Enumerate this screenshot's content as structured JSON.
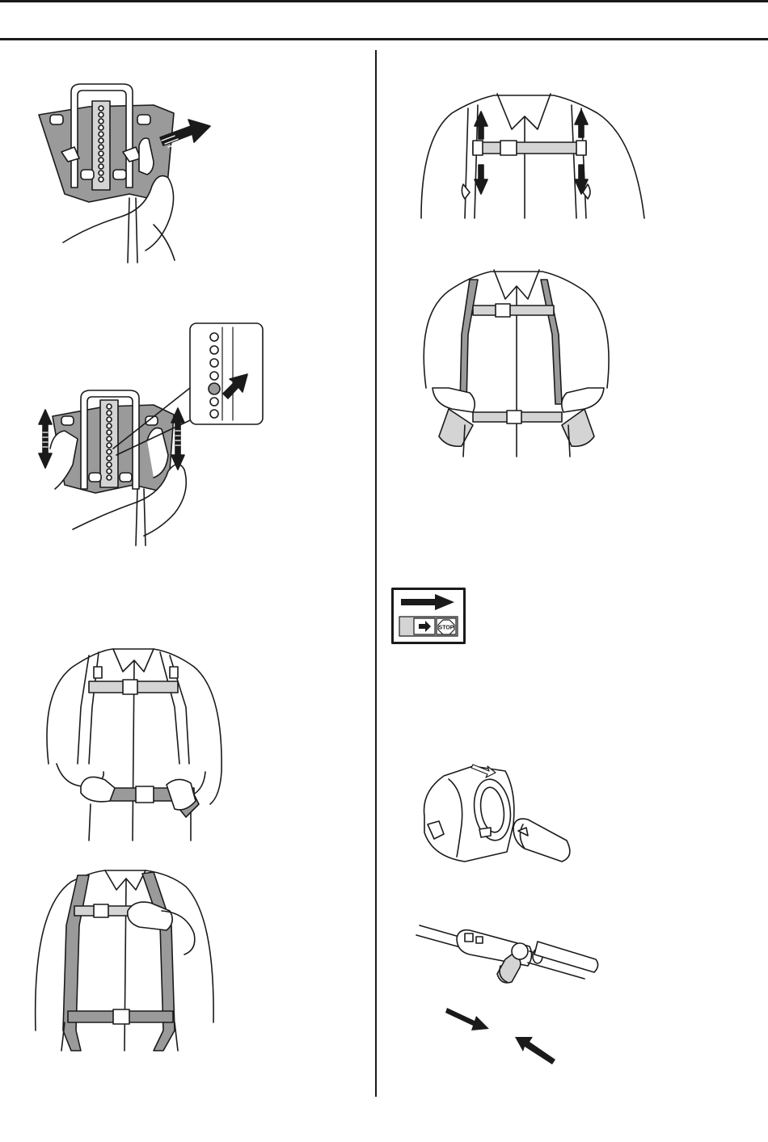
{
  "page": {
    "columns": 2,
    "header_rule": true
  },
  "figures": [
    {
      "id": "harness-plate-pull-out",
      "column": "left",
      "icon": "backplate-pull-arrow"
    },
    {
      "id": "harness-plate-height-adjust",
      "column": "left",
      "icon": "backplate-updown-arrows",
      "detail": "hole-peg-zoom"
    },
    {
      "id": "hip-belt-fasten",
      "column": "left",
      "icon": "person-fastening-hip-belt"
    },
    {
      "id": "chest-strap-tighten",
      "column": "left",
      "icon": "person-tightening-chest-strap"
    },
    {
      "id": "shoulder-strap-adjust",
      "column": "right",
      "icon": "chest-up-down-arrows"
    },
    {
      "id": "shoulder-strap-tighten",
      "column": "right",
      "icon": "person-pulling-straps"
    },
    {
      "id": "stop-switch-label",
      "column": "right",
      "icon": "arrow-stop-decal",
      "label": "STOP"
    },
    {
      "id": "coupling-insert",
      "column": "right",
      "icon": "coupling-and-tube"
    },
    {
      "id": "coupling-lock",
      "column": "right",
      "icon": "coupling-knob-arrows"
    }
  ],
  "colors": {
    "line": "#1a1a1a",
    "harness_fill": "#9a9a9a",
    "light_fill": "#d4d4d4",
    "paper": "#ffffff"
  }
}
